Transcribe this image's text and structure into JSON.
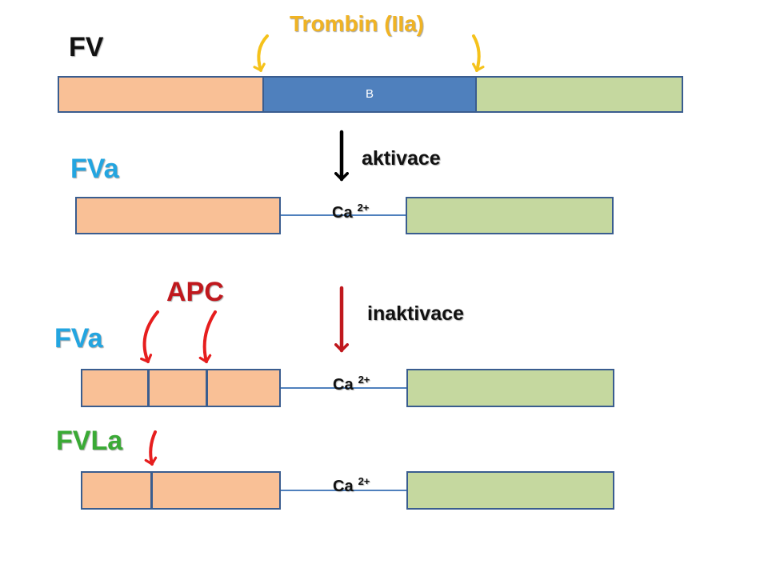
{
  "labels": {
    "trombin": "Trombin (IIa)",
    "fv": "FV",
    "fva1": "FVa",
    "apc": "APC",
    "fva2": "FVa",
    "fvla": "FVLa",
    "aktivace": "aktivace",
    "inaktivace": "inaktivace",
    "b_domain": "B",
    "ca_base": "Ca",
    "ca_sup": "2+"
  },
  "colors": {
    "a_domain": "#f9c096",
    "b_domain": "#4f80bd",
    "c_domain": "#c5d89f",
    "border": "#3a5d8f",
    "trombin": "#f0b323",
    "fva": "#23a5e0",
    "apc": "#c0181d",
    "fvla": "#3aaa35",
    "activation_arrow": "#000000",
    "inactivation_arrow": "#c0181d",
    "cleavage_arrow_red": "#e61e1e",
    "cleavage_arrow_yellow": "#f5c21b"
  }
}
